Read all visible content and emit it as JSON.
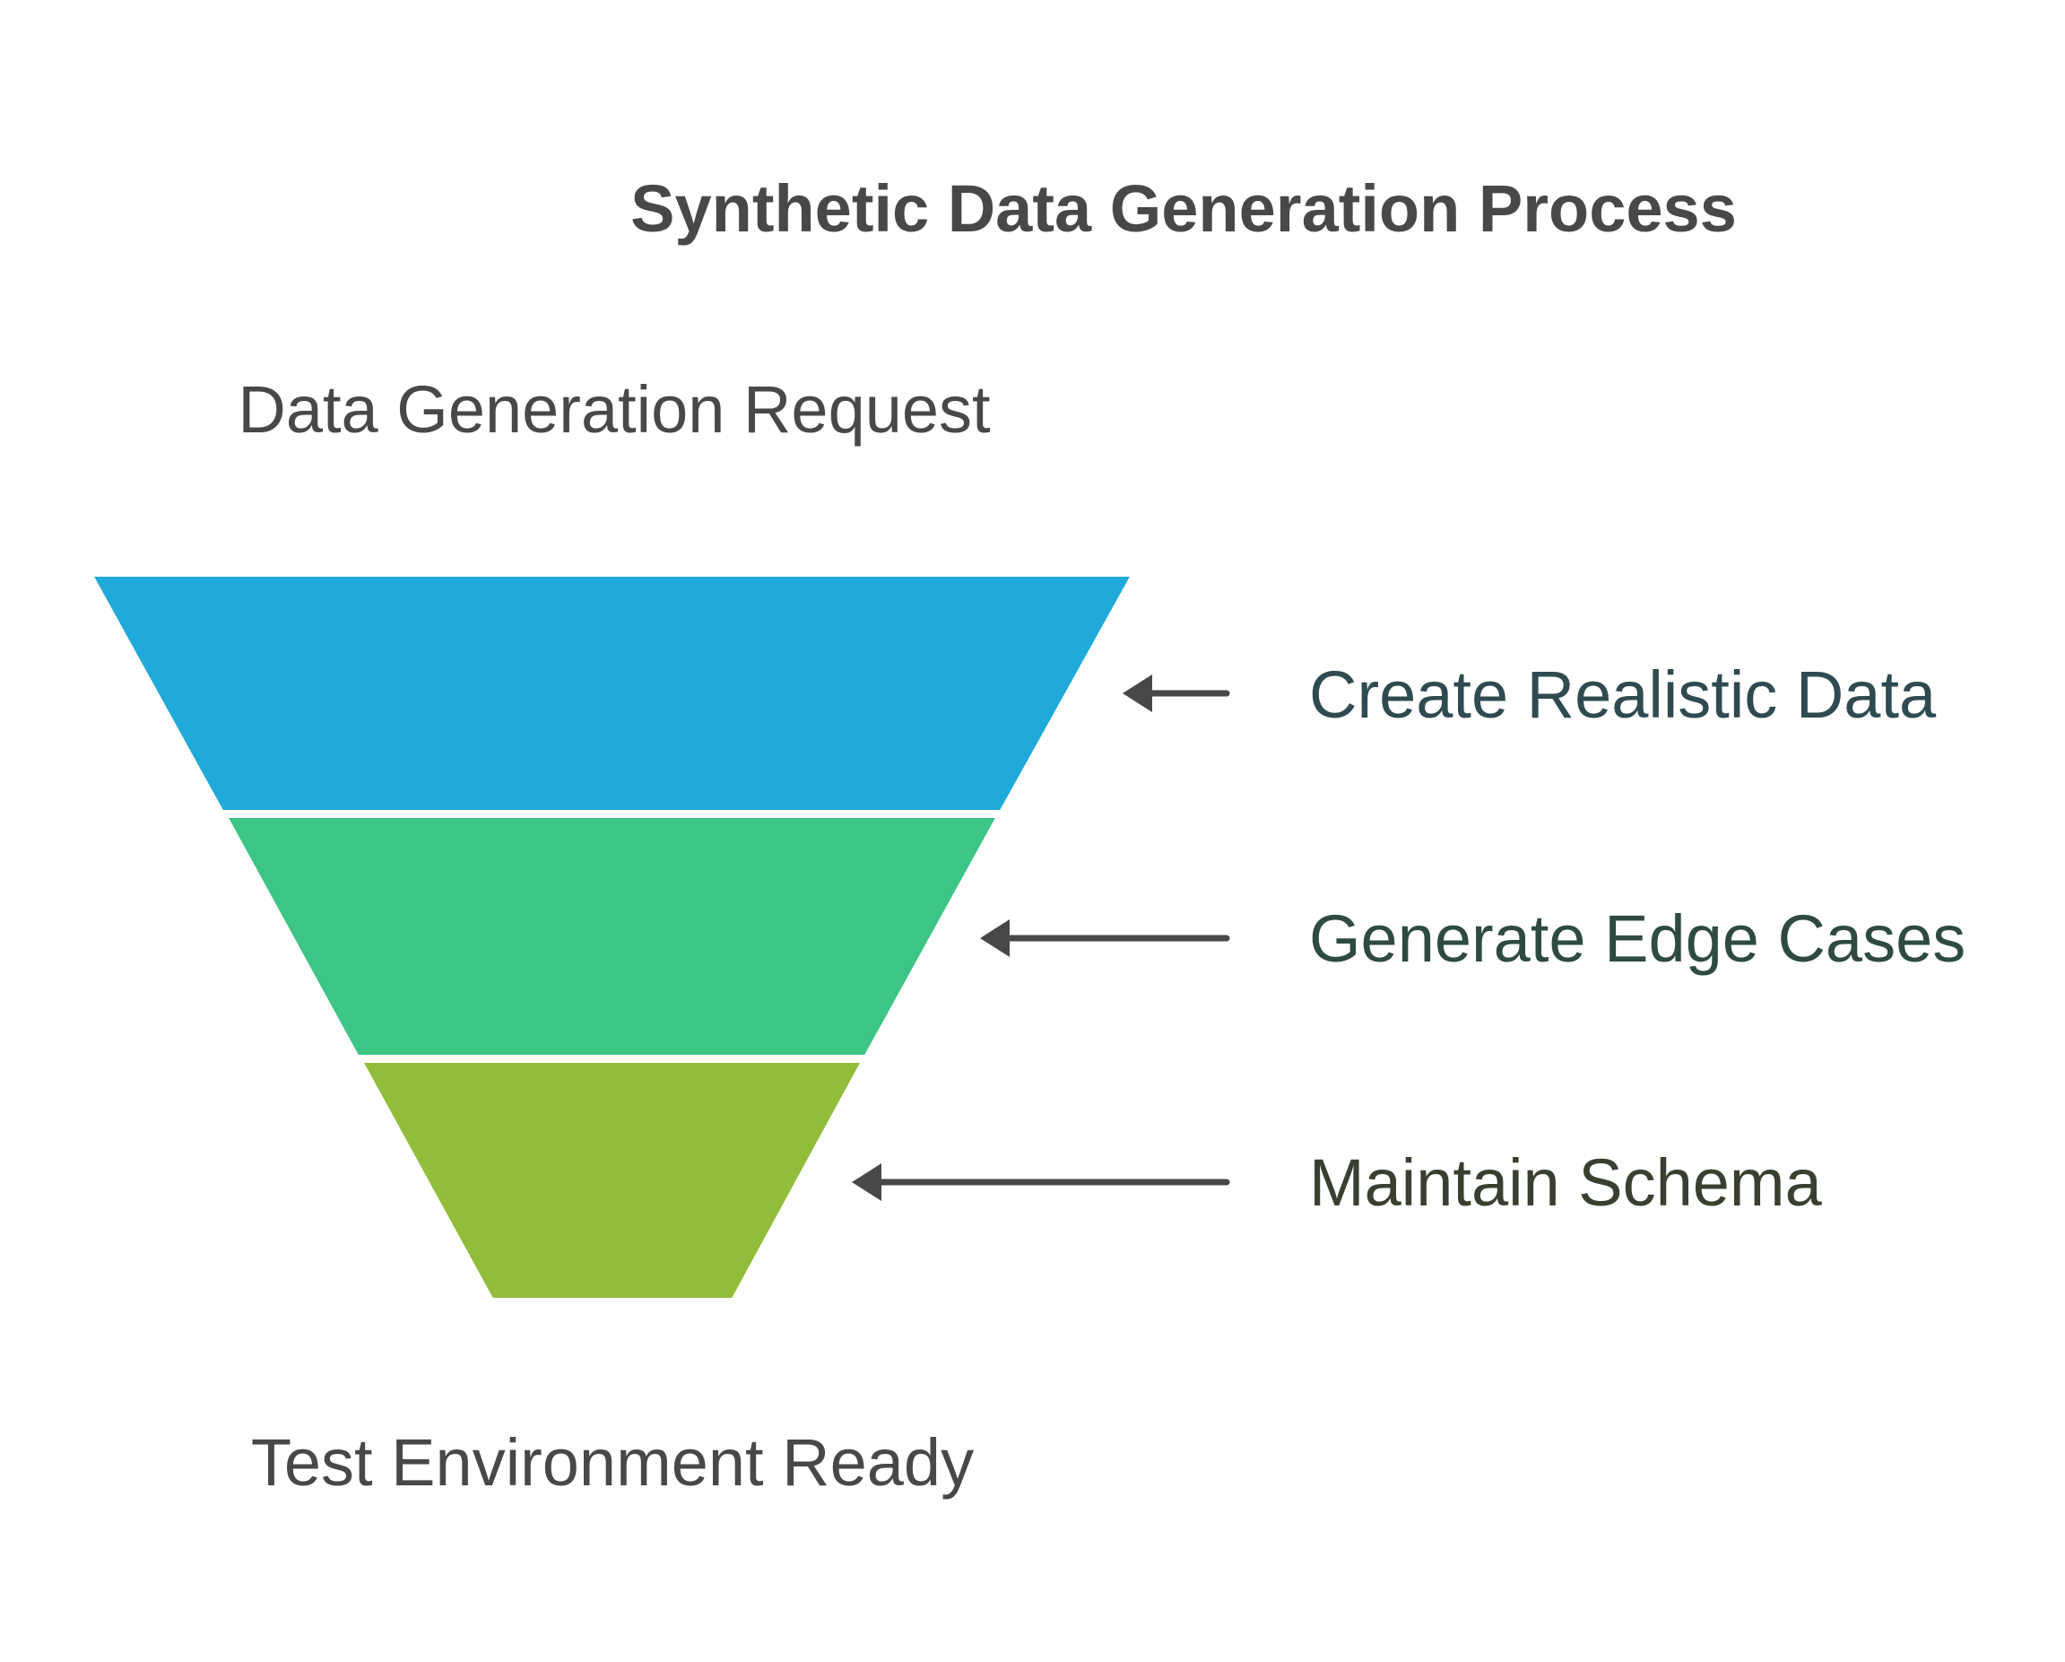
{
  "title": "Synthetic Data Generation Process",
  "funnel": {
    "input_label": "Data Generation Request",
    "output_label": "Test Environment Ready"
  },
  "stages": [
    {
      "label": "Create Realistic Data",
      "color": "#1FAAD9",
      "text_color": "#2F4A50"
    },
    {
      "label": "Generate Edge Cases",
      "color": "#3DC586",
      "text_color": "#2F4A40"
    },
    {
      "label": "Maintain Schema",
      "color": "#92BD3A",
      "text_color": "#3A4030"
    }
  ]
}
